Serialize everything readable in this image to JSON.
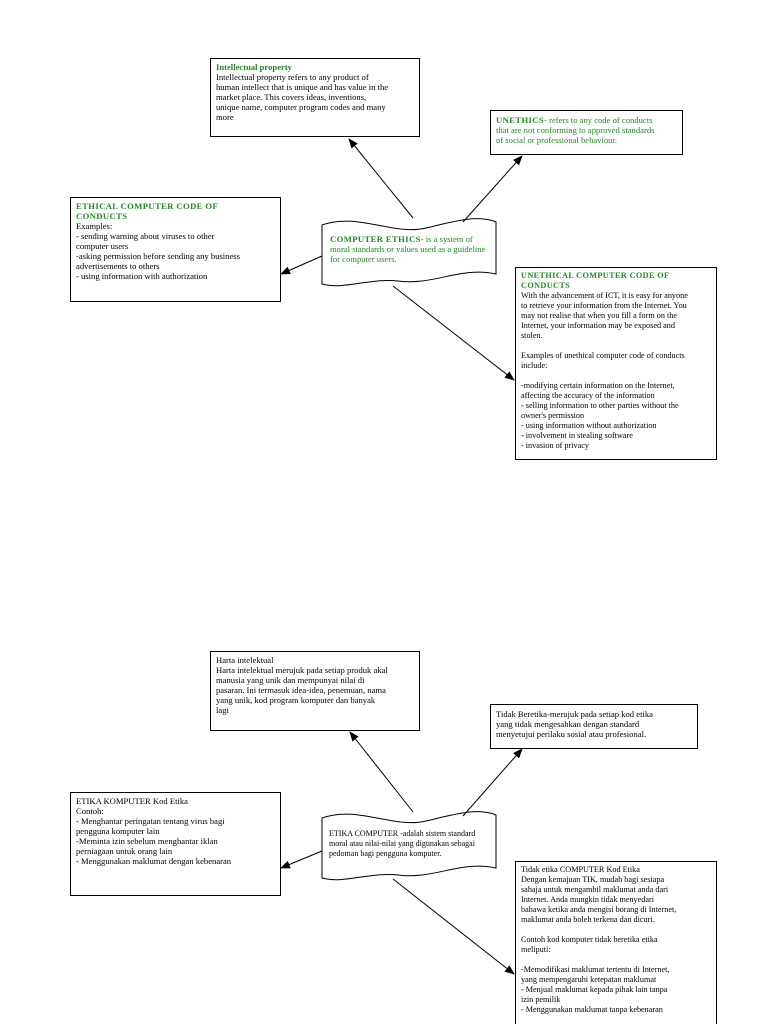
{
  "english": {
    "intellectual_property": {
      "heading": "Intellectual property",
      "lines": [
        "Intellectual property refers to any product of",
        "human intellect that is unique and has value in the",
        "market place. This covers ideas, inventions,",
        "unique name, computer program codes and many",
        "more"
      ]
    },
    "unethics": {
      "heading": "UNETHICS",
      "lines": [
        "- refers to any code of conducts",
        "that are not conforming to approved standards",
        "of social or professional behaviour."
      ]
    },
    "ethical_code": {
      "heading_lines": [
        "ETHICAL COMPUTER CODE OF",
        "CONDUCTS"
      ],
      "lines": [
        "Examples:",
        "- sending warning about viruses to other",
        "computer users",
        "-asking permission before sending any business",
        "advertisements to others",
        "- using information with authorization"
      ]
    },
    "computer_ethics": {
      "heading": "COMPUTER ETHICS",
      "lines": [
        "- is a system of",
        "moral standards or values used as a",
        "guideline for computer users."
      ]
    },
    "unethical_code": {
      "heading_lines": [
        "UNETHICAL COMPUTER CODE OF",
        "CONDUCTS"
      ],
      "lines": [
        "With the advancement of ICT, it is easy for anyone",
        "to retrieve your information from the Internet. You",
        "may not realise that when you fill a form on the",
        "Internet, your information may be exposed and",
        "stolen.",
        "",
        "Examples of unethical computer code of conducts",
        "include:",
        "",
        "-modifying certain information on the Internet,",
        "affecting the accuracy of the information",
        "- selling information to other parties without the",
        "owner's permission",
        "- using information without authorization",
        "- involvement in stealing software",
        "- invasion of privacy"
      ]
    }
  },
  "malay": {
    "intellectual_property": {
      "lines": [
        "Harta intelektual",
        "Harta intelektual merujuk pada setiap produk akal",
        "manusia yang unik dan mempunyai nilai di",
        "pasaran. Ini termasuk idea-idea, penemuan, nama",
        "yang unik, kod program komputer dan banyak",
        "lagi"
      ]
    },
    "unethics": {
      "lines": [
        "Tidak Beretika-merujuk pada setiap kod etika",
        "yang tidak mengesahkan dengan standard",
        "menyetujui perilaku sosial atau profesional."
      ]
    },
    "ethical_code": {
      "lines": [
        "ETIKA KOMPUTER Kod Etika",
        "Contoh:",
        "- Menghantar peringatan tentang virus bagi",
        "pengguna komputer lain",
        "-Meminta izin sebelum menghantar iklan",
        "perniagaan untuk orang lain",
        "- Menggunakan maklumat dengan kebenaran"
      ]
    },
    "computer_ethics": {
      "lines": [
        "ETIKA COMPUTER -adalah sistem standard",
        "moral atau nilai-nilai yang digunakan sebagai",
        "pedoman bagi pengguna komputer."
      ]
    },
    "unethical_code": {
      "lines": [
        "Tidak etika COMPUTER Kod Etika",
        "Dengan kemajuan TIK, mudah bagi sesiapa",
        "sahaja untuk mengambil maklumat anda dari",
        "Internet. Anda mungkin tidak menyedari",
        "bahawa ketika anda mengisi borang di Internet,",
        "maklumat anda boleh terkena dan dicuri.",
        "",
        "Contoh kod komputer tidak beretika etika",
        "meliputi:",
        "",
        "-Memodifikasi maklumat tertentu di Internet,",
        "yang mempengaruhi ketepatan maklumat",
        "- Menjual maklumat kepada pihak lain tanpa",
        "izin pemilik",
        "- Menggunakan maklumat tanpa kebenaran"
      ]
    }
  }
}
